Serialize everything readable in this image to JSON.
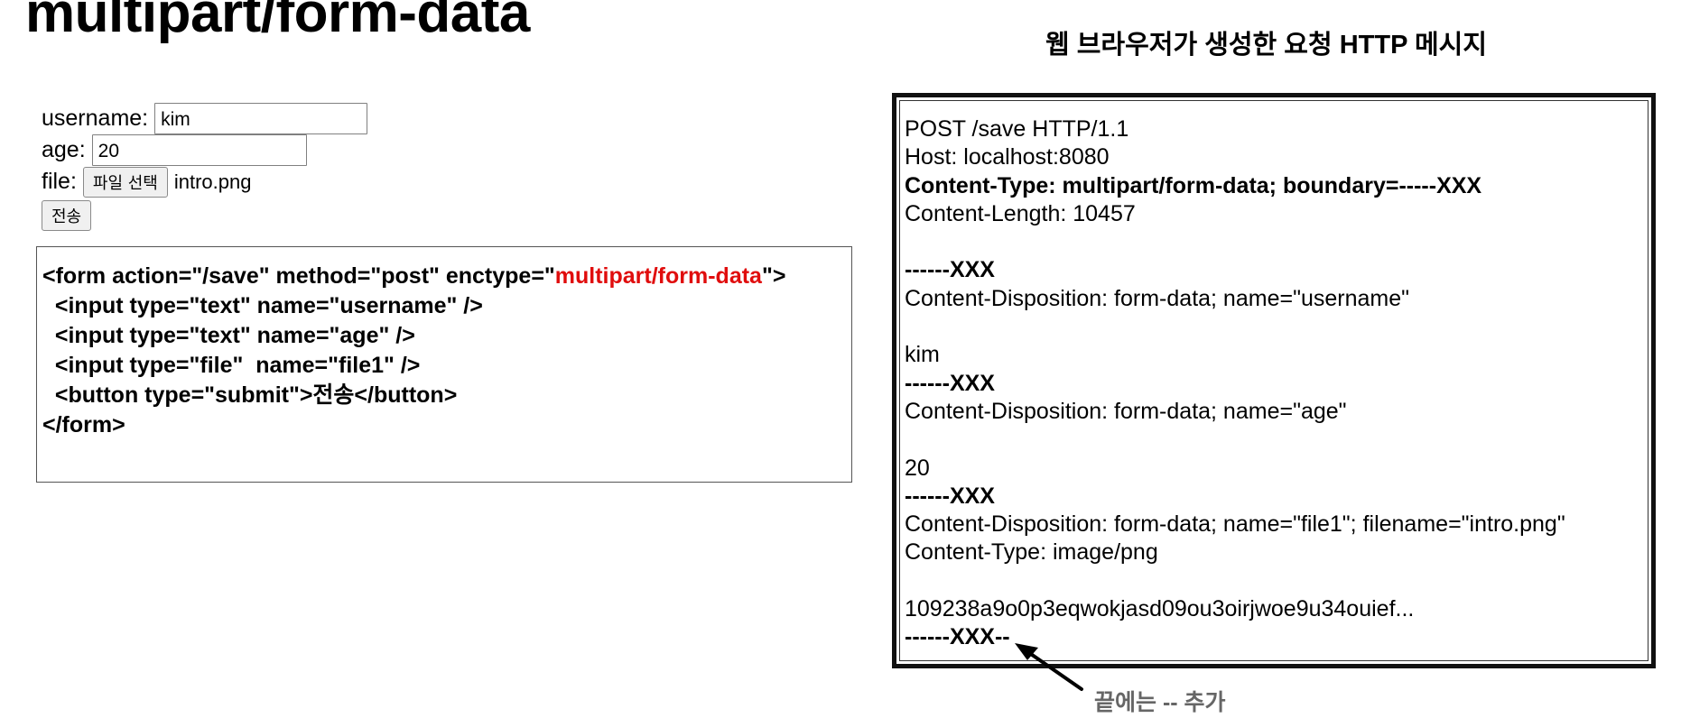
{
  "page": {
    "title": "multipart/form-data",
    "http_title": "웹 브라우저가 생성한 요청 HTTP 메시지"
  },
  "form": {
    "username_label": "username:",
    "username_value": "kim",
    "age_label": "age:",
    "age_value": "20",
    "file_label": "file:",
    "file_button": "파일 선택",
    "file_name": "intro.png",
    "submit_label": "전송"
  },
  "code": {
    "line1": {
      "a": "<form action=\"/save\" method=\"",
      "b": "post",
      "c": "\" enctype=\"",
      "d": "multipart/form-data",
      "e": "\">"
    },
    "line2": "  <input type=\"text\" name=\"username\" />",
    "line3": "  <input type=\"text\" name=\"age\" />",
    "line4": "  <input type=\"file\"  name=\"file1\" />",
    "line5": "  <button type=\"submit\">전송</button>",
    "line6": "</form>"
  },
  "http_message": {
    "request_line": "POST /save HTTP/1.1",
    "host": "Host: localhost:8080",
    "content_type": "Content-Type: multipart/form-data; boundary=-----XXX",
    "content_length": "Content-Length: 10457",
    "boundary_1": "------XXX",
    "disposition_username": "Content-Disposition: form-data; name=\"username\"",
    "value_username": "kim",
    "boundary_2": "------XXX",
    "disposition_age": "Content-Disposition: form-data; name=\"age\"",
    "value_age": "20",
    "boundary_3": "------XXX",
    "disposition_file": "Content-Disposition: form-data; name=\"file1\"; filename=\"intro.png\"",
    "file_content_type": "Content-Type: image/png",
    "file_bytes": "109238a9o0p3eqwokjasd09ou3oirjwoe9u34ouief...",
    "boundary_end": "------XXX--"
  },
  "annotation": {
    "text": "끝에는 -- 추가"
  },
  "colors": {
    "highlight": "#e00d0d",
    "annotation": "#666666"
  }
}
